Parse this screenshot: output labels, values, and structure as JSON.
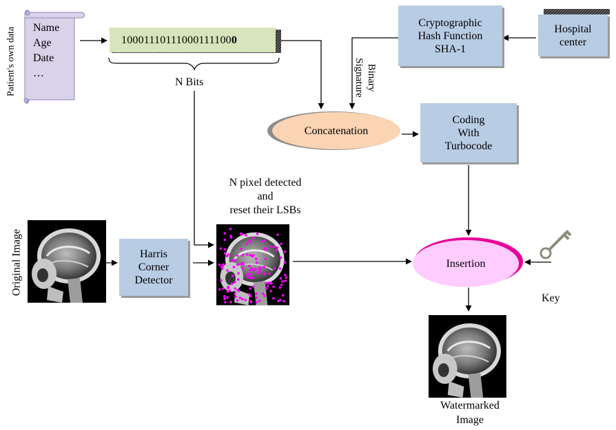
{
  "scroll": {
    "side_label": "Patient's own data",
    "lines": [
      "Name",
      "Age",
      "Date",
      "…"
    ]
  },
  "bits": {
    "value": "10001110111000111100",
    "value_bold_end": "0",
    "caption": "N Bits"
  },
  "hash_box": {
    "lines": [
      "Cryptographic",
      "Hash Function",
      "SHA-1"
    ]
  },
  "hospital": {
    "lines": [
      "Hospital",
      "center"
    ]
  },
  "signature_label": {
    "lines": [
      "Binary",
      "Signature"
    ]
  },
  "concatenation": {
    "label": "Concatenation"
  },
  "coding_box": {
    "lines": [
      "Coding",
      "With",
      "Turbocode"
    ]
  },
  "detected_label": {
    "lines": [
      "N pixel detected",
      "and",
      "reset their LSBs"
    ]
  },
  "original": {
    "label": "Original Image"
  },
  "harris": {
    "lines": [
      "Harris",
      "Corner",
      "Detector"
    ]
  },
  "insertion": {
    "label": "Insertion"
  },
  "key": {
    "label": "Key"
  },
  "watermarked": {
    "lines": [
      "Watermarked",
      "Image"
    ]
  },
  "colors": {
    "blue_box": "#b8cce4",
    "green_bits": "#d7e4bc",
    "scroll": "#d9d2e9",
    "concat_fill": "#fbd4b4",
    "insertion_fill": "#ffccff",
    "insertion_rim": "#e60099",
    "marker": "#ff00ff"
  }
}
